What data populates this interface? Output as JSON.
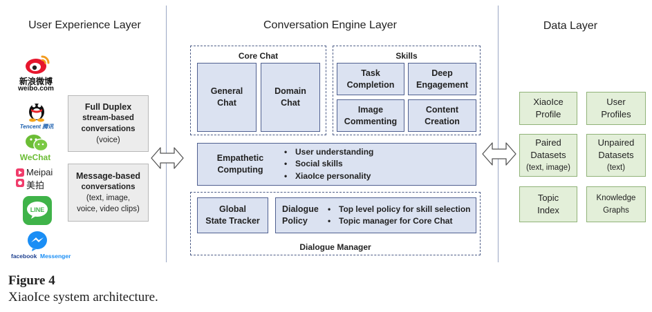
{
  "layers": {
    "user_experience": "User Experience Layer",
    "conversation_engine": "Conversation Engine Layer",
    "data": "Data Layer"
  },
  "platforms": {
    "weibo_cn": "新浪微博",
    "weibo_en": "weibo.com",
    "tencent": "Tencent 腾讯",
    "wechat": "WeChat",
    "meipai_en": "Meipai",
    "meipai_cn": "美拍",
    "line": "LINE",
    "facebook": "facebook",
    "messenger": "Messenger"
  },
  "ux_boxes": {
    "full_duplex": {
      "title": "Full Duplex",
      "line1": "stream-based",
      "line2": "conversations",
      "line3": "(voice)"
    },
    "message_based": {
      "title": "Message-based",
      "line1": "conversations",
      "line2": "(text, image,",
      "line3": "voice, video clips)"
    }
  },
  "core_chat": {
    "title": "Core Chat",
    "general_l1": "General",
    "general_l2": "Chat",
    "domain_l1": "Domain",
    "domain_l2": "Chat"
  },
  "skills": {
    "title": "Skills",
    "task_l1": "Task",
    "task_l2": "Completion",
    "deep_l1": "Deep",
    "deep_l2": "Engagement",
    "image_l1": "Image",
    "image_l2": "Commenting",
    "content_l1": "Content",
    "content_l2": "Creation"
  },
  "empathetic": {
    "l1": "Empathetic",
    "l2": "Computing",
    "bullets": [
      "User understanding",
      "Social skills",
      "XiaoIce personality"
    ]
  },
  "dialogue_manager": {
    "title": "Dialogue Manager",
    "gst_l1": "Global",
    "gst_l2": "State Tracker",
    "policy_l1": "Dialogue",
    "policy_l2": "Policy",
    "policy_bullets": [
      "Top level policy for skill selection",
      "Topic manager for Core Chat"
    ]
  },
  "data_boxes": {
    "xiaoice_profile_l1": "XiaoIce",
    "xiaoice_profile_l2": "Profile",
    "user_profiles_l1": "User",
    "user_profiles_l2": "Profiles",
    "paired_l1": "Paired",
    "paired_l2": "Datasets",
    "paired_l3": "(text, image)",
    "unpaired_l1": "Unpaired",
    "unpaired_l2": "Datasets",
    "unpaired_l3": "(text)",
    "topic_l1": "Topic",
    "topic_l2": "Index",
    "kg_l1": "Knowledge",
    "kg_l2": "Graphs"
  },
  "caption": {
    "heading": "Figure 4",
    "text": "XiaoIce system architecture."
  },
  "colors": {
    "component_fill": "#dbe2f1",
    "component_border": "#4f5f8f",
    "data_fill": "#e3efd9",
    "data_border": "#8fb277",
    "ux_fill": "#ececec"
  },
  "icons": [
    "weibo-icon",
    "qq-icon",
    "wechat-icon",
    "meipai-icon",
    "line-icon",
    "messenger-icon",
    "double-arrow-icon"
  ]
}
